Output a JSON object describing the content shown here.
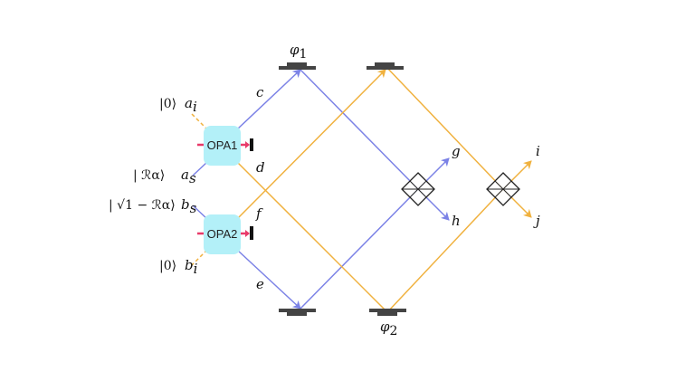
{
  "colors": {
    "blue_beam": "#7b82e6",
    "orange_beam": "#f0b13e",
    "opa_fill": "#b3f0f8",
    "pump_arrow": "#e83a6a",
    "mirror": "#444444",
    "splitter": "#222222"
  },
  "amplifiers": {
    "opa1": "OPA1",
    "opa2": "OPA2"
  },
  "inputs": {
    "ai_state": "|0⟩",
    "ai_mode": "a",
    "ai_sub": "i",
    "as_state": "| ℛα⟩",
    "as_mode": "a",
    "as_sub": "s",
    "bs_state": "| √1 − ℛα⟩",
    "bs_mode": "b",
    "bs_sub": "s",
    "bi_state": "|0⟩",
    "bi_mode": "b",
    "bi_sub": "i"
  },
  "beams": {
    "c": "c",
    "d": "d",
    "e": "e",
    "f": "f"
  },
  "outputs": {
    "g": "g",
    "h": "h",
    "i": "i",
    "j": "j"
  },
  "phases": {
    "phi1_symbol": "φ",
    "phi1_sub": "1",
    "phi2_symbol": "φ",
    "phi2_sub": "2"
  }
}
